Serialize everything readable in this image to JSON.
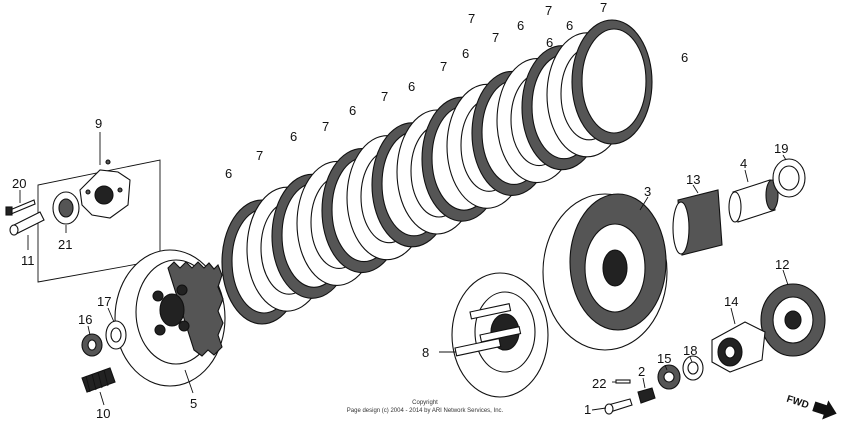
{
  "diagram": {
    "labels": [
      "1",
      "2",
      "3",
      "4",
      "5",
      "6",
      "6",
      "6",
      "6",
      "6",
      "6",
      "6",
      "6",
      "6",
      "7",
      "7",
      "7",
      "7",
      "7",
      "7",
      "7",
      "7",
      "8",
      "9",
      "10",
      "11",
      "12",
      "13",
      "14",
      "15",
      "16",
      "17",
      "18",
      "19",
      "20",
      "21",
      "22"
    ],
    "copyright_line1": "Copyright",
    "copyright_line2": "Page design (c) 2004 - 2014 by ARI Network Services, Inc.",
    "direction_label": "FWD"
  }
}
